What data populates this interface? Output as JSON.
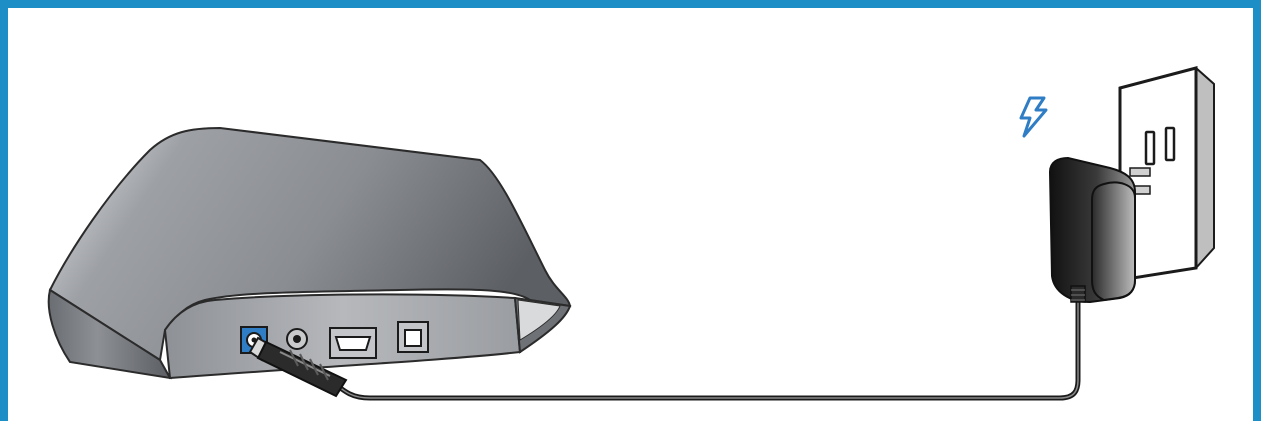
{
  "diagram": {
    "frame_color": "#1e8fc6",
    "accent_color": "#2f7dc4",
    "device": {
      "rear_ports": [
        "power-port",
        "av-out-port",
        "hdmi-port",
        "optical-audio-port"
      ]
    },
    "icons": [
      "lightning-icon"
    ],
    "parts": [
      "media-player-box",
      "power-plug",
      "power-cable",
      "ac-adapter",
      "wall-outlet"
    ]
  }
}
